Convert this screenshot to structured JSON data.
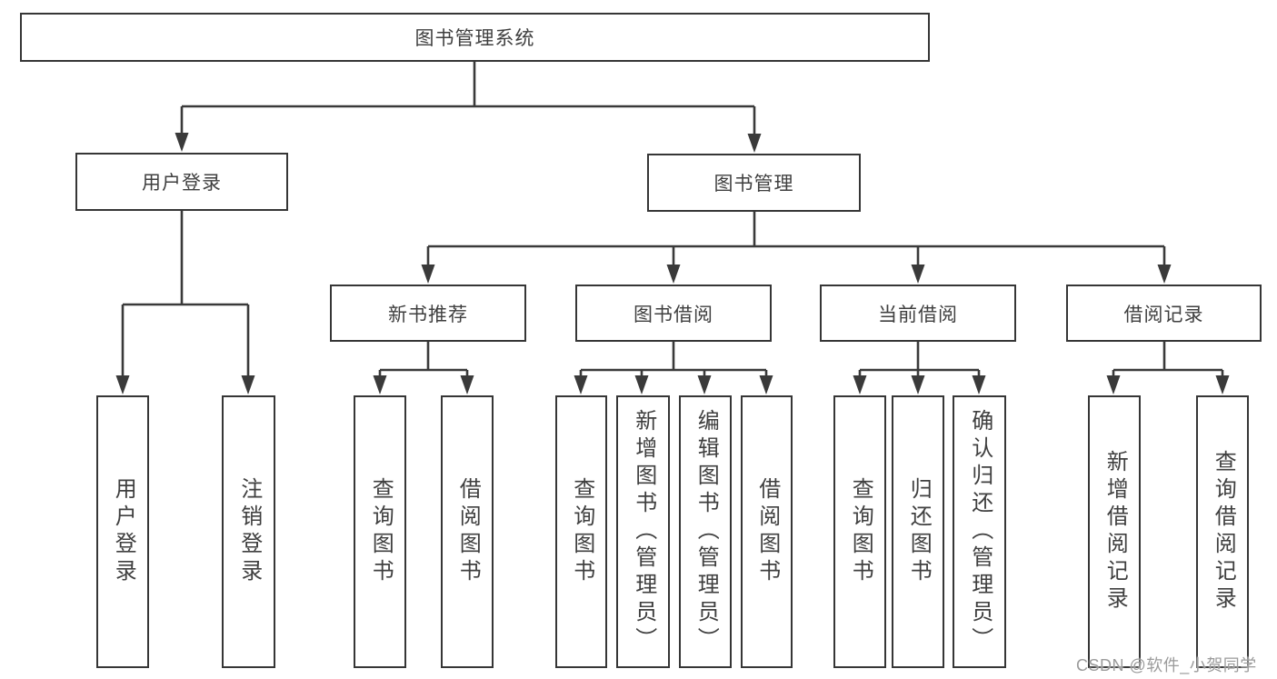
{
  "diagram": {
    "title": "图书管理系统",
    "branches": {
      "user_login": {
        "label": "用户登录",
        "children": [
          "用户登录",
          "注销登录"
        ]
      },
      "book_management": {
        "label": "图书管理",
        "sections": [
          {
            "label": "新书推荐",
            "children": [
              "查询图书",
              "借阅图书"
            ]
          },
          {
            "label": "图书借阅",
            "children": [
              "查询图书",
              "新增图书（管理员）",
              "编辑图书（管理员）",
              "借阅图书"
            ]
          },
          {
            "label": "当前借阅",
            "children": [
              "查询图书",
              "归还图书",
              "确认归还（管理员）"
            ]
          },
          {
            "label": "借阅记录",
            "children": [
              "新增借阅记录",
              "查询借阅记录"
            ]
          }
        ]
      }
    }
  },
  "watermark": "CSDN @软件_小贺同学",
  "colors": {
    "line": "#3a3a3a",
    "border": "#363636",
    "text": "#3f3f3f",
    "watermark": "#9b9b9b",
    "background": "#ffffff"
  }
}
